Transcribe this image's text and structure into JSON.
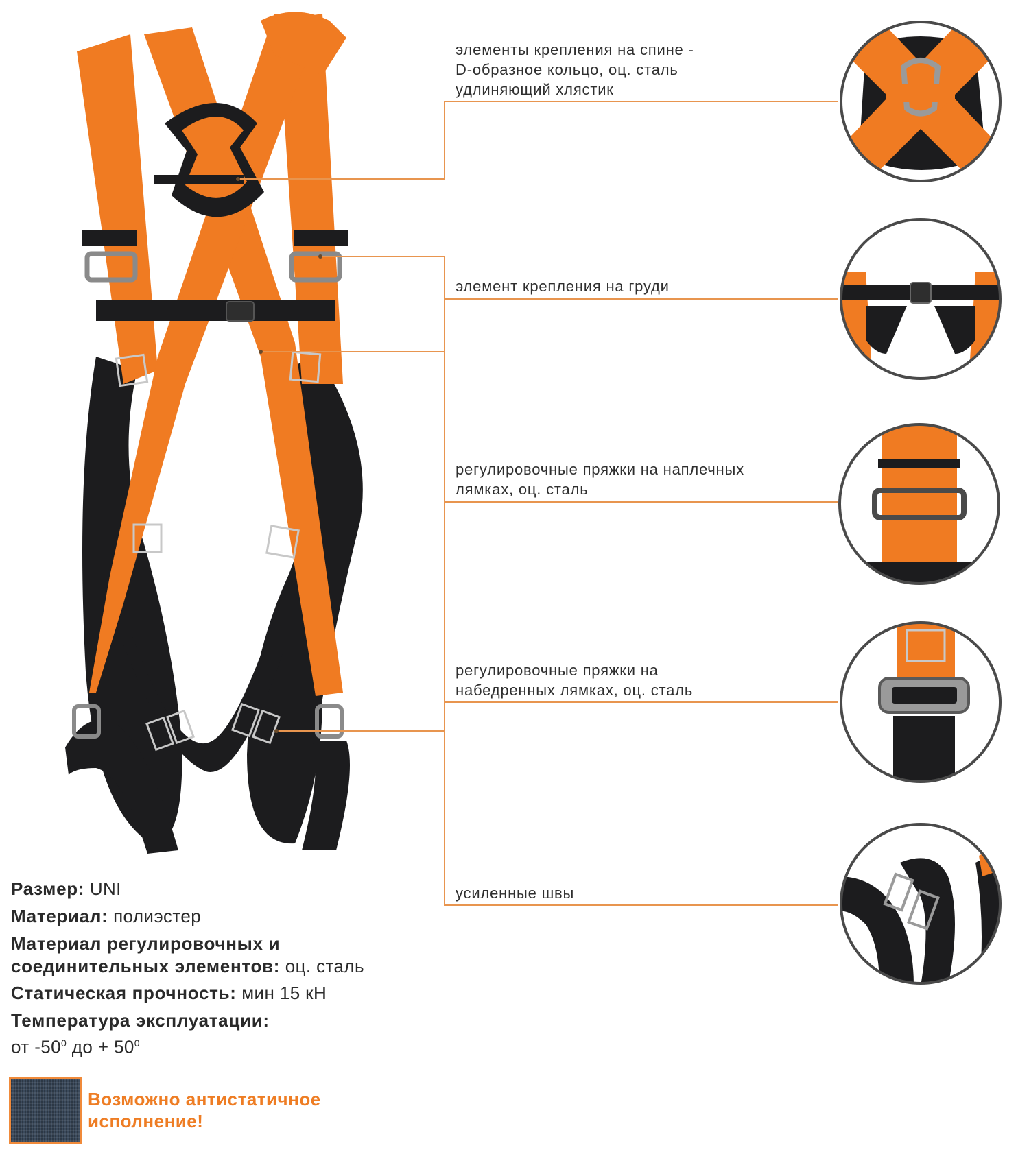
{
  "callouts": [
    {
      "lines": [
        "элементы крепления на спине -",
        "D-образное кольцо, оц. сталь",
        "удлиняющий хлястик"
      ]
    },
    {
      "lines": [
        "элемент крепления на груди"
      ]
    },
    {
      "lines": [
        "регулировочные пряжки на наплечных",
        "лямках, оц. сталь"
      ]
    },
    {
      "lines": [
        "регулировочные пряжки на",
        "набедренных лямках, оц. сталь"
      ]
    },
    {
      "lines": [
        "усиленные швы"
      ]
    }
  ],
  "specs": {
    "size_label": "Размер:",
    "size_value": "UNI",
    "material_label": "Материал:",
    "material_value": "полиэстер",
    "fittings_label_1": "Материал регулировочных и",
    "fittings_label_2": "соединительных элементов:",
    "fittings_value": "оц. сталь",
    "strength_label": "Статическая прочность:",
    "strength_value": "мин 15 кН",
    "temp_label": "Температура эксплуатации:",
    "temp_from": "от -50",
    "temp_deg1": "0",
    "temp_to": " до + 50",
    "temp_deg2": "0"
  },
  "promo": {
    "line1": "Возможно антистатичное",
    "line2": "исполнение!"
  },
  "colors": {
    "orange": "#ee7d24",
    "strap_orange": "#f07b22",
    "strap_black": "#1c1c1e",
    "leader_line": "#e8954f",
    "circle_border": "#4a4a4a",
    "swatch_border": "#f08a3a"
  }
}
